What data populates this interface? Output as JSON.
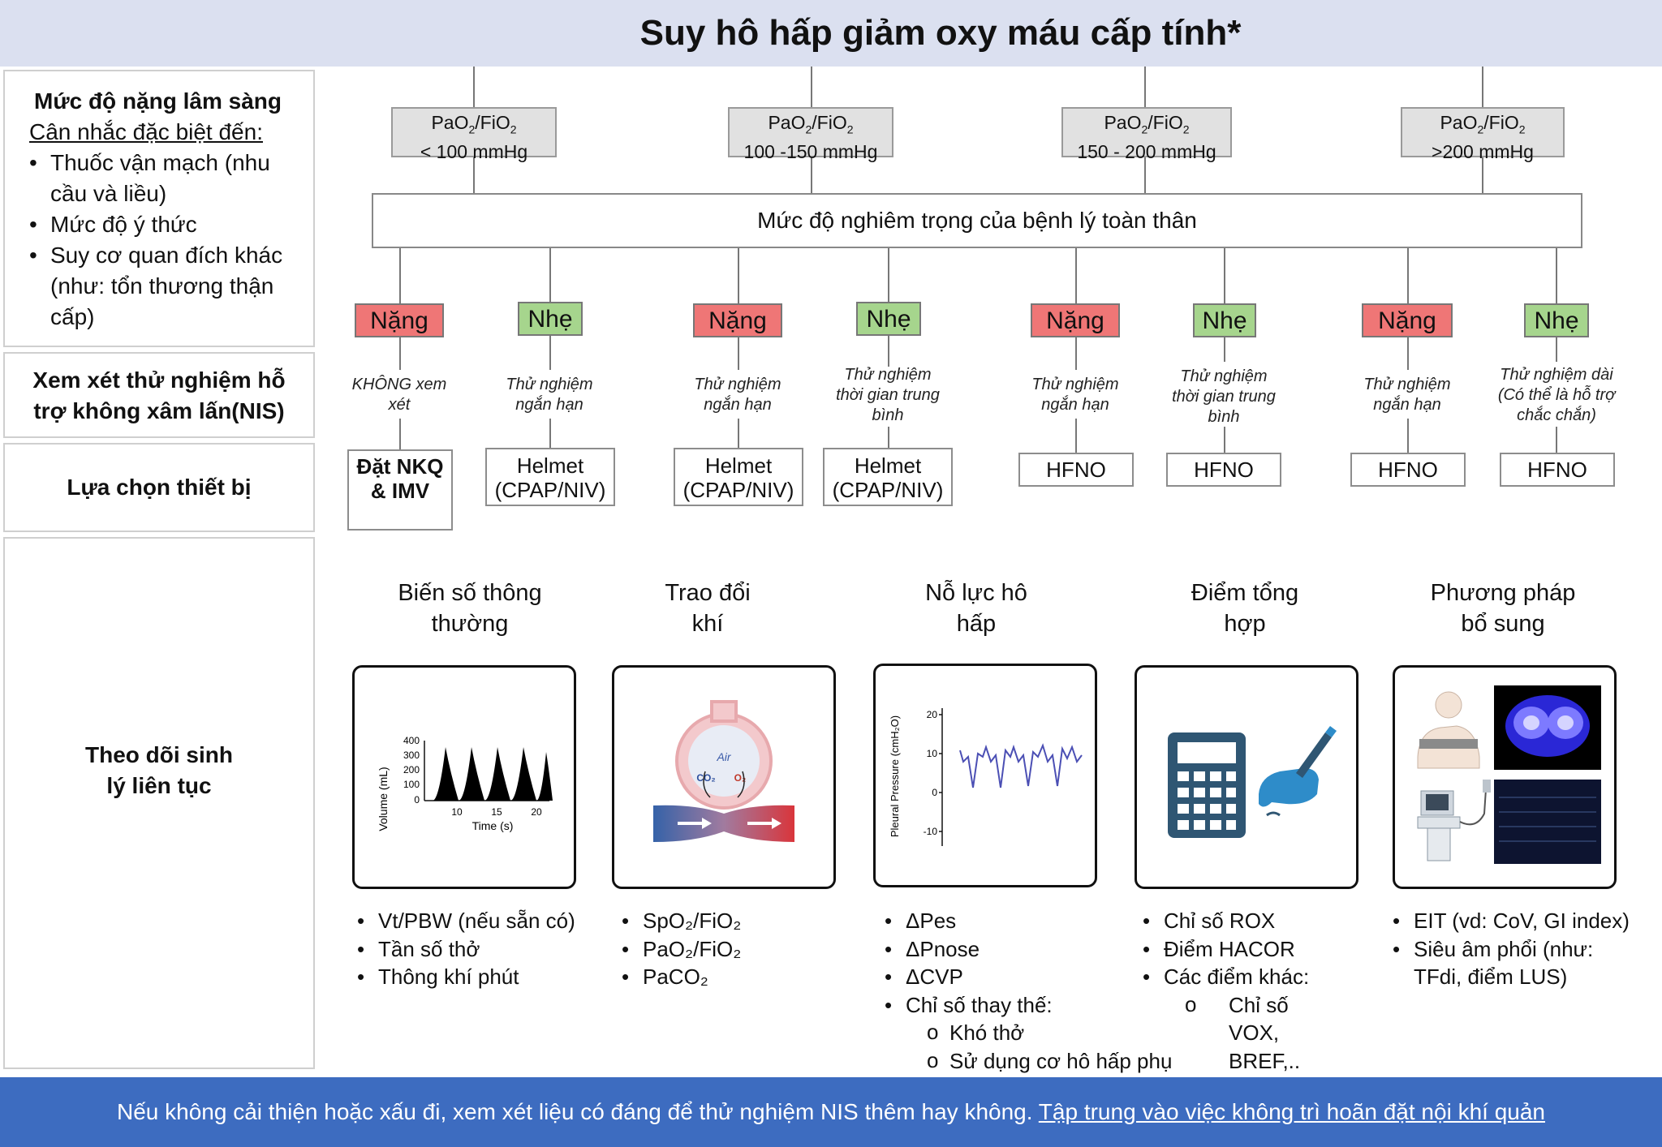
{
  "title": "Suy hô hấp giảm oxy máu cấp tính*",
  "left_panel": {
    "severity": {
      "heading": "Mức độ nặng lâm sàng",
      "subheading": "Cân nhắc đặc biệt đến:",
      "items": [
        "Thuốc vận mạch (nhu cầu và liều)",
        "Mức độ ý thức",
        "Suy cơ quan đích khác (như: tổn thương thận cấp)"
      ]
    },
    "nis": "Xem xét thử nghiệm hỗ trợ không xâm lấn(NIS)",
    "device": "Lựa chọn thiết bị",
    "monitoring": "Theo dõi sinh lý liên tục"
  },
  "pf_boxes": [
    {
      "ratio": "PaO",
      "sub1": "2",
      "slash": "/FiO",
      "sub2": "2",
      "range": "< 100 mmHg"
    },
    {
      "ratio": "PaO",
      "sub1": "2",
      "slash": "/FiO",
      "sub2": "2",
      "range": "100 -150 mmHg"
    },
    {
      "ratio": "PaO",
      "sub1": "2",
      "slash": "/FiO",
      "sub2": "2",
      "range": "150 - 200 mmHg"
    },
    {
      "ratio": "PaO",
      "sub1": "2",
      "slash": "/FiO",
      "sub2": "2",
      "range": ">200 mmHg"
    }
  ],
  "systemic_severity": "Mức độ nghiêm trọng của bệnh lý toàn thân",
  "severity_tags": {
    "severe": "Nặng",
    "mild": "Nhẹ"
  },
  "columns": [
    {
      "tag": "Nặng",
      "trial": "KHÔNG xem xét",
      "device": "Đặt NKQ & IMV"
    },
    {
      "tag": "Nhẹ",
      "trial": "Thử nghiệm ngắn hạn",
      "device": "Helmet (CPAP/NIV)"
    },
    {
      "tag": "Nặng",
      "trial": "Thử nghiệm ngắn hạn",
      "device": "Helmet (CPAP/NIV)"
    },
    {
      "tag": "Nhẹ",
      "trial": "Thử nghiệm thời gian trung bình",
      "device": "Helmet (CPAP/NIV)"
    },
    {
      "tag": "Nặng",
      "trial": "Thử nghiệm ngắn hạn",
      "device": "HFNO"
    },
    {
      "tag": "Nhẹ",
      "trial": "Thử nghiệm thời gian trung bình",
      "device": "HFNO"
    },
    {
      "tag": "Nặng",
      "trial": "Thử nghiệm ngắn hạn",
      "device": "HFNO"
    },
    {
      "tag": "Nhẹ",
      "trial": "Thử nghiệm dài (Có thể là hỗ trợ chắc chắn)",
      "device": "HFNO"
    }
  ],
  "monitoring": [
    {
      "heading": "Biến số thông thường",
      "items": [
        "Vt/PBW (nếu sẵn có)",
        "Tần số thở",
        "Thông khí phút"
      ]
    },
    {
      "heading": "Trao đổi khí",
      "items": [
        "SpO₂/FiO₂",
        "PaO₂/FiO₂",
        "PaCO₂"
      ]
    },
    {
      "heading": "Nỗ lực hô hấp",
      "items": [
        "ΔPes",
        "ΔPnose",
        "ΔCVP",
        "Chỉ số thay thế:"
      ],
      "subitems": [
        "Khó thở",
        "Sử dụng cơ hô hấp phụ"
      ]
    },
    {
      "heading": "Điểm tổng hợp",
      "items": [
        "Chỉ số ROX",
        "Điểm HACOR",
        "Các điểm khác:"
      ],
      "subitems": [
        "Chỉ số VOX, BREF,.."
      ]
    },
    {
      "heading": "Phương pháp bổ sung",
      "items": [
        "EIT (vd: CoV, GI index)",
        "Siêu âm phổi (như: TFdi, điểm LUS)"
      ]
    }
  ],
  "panel_labels": {
    "volume_ylabel": "Volume (mL)",
    "volume_xlabel": "Time (s)",
    "volume_yticks": [
      "400",
      "300",
      "200",
      "100",
      "0"
    ],
    "volume_xticks": [
      "10",
      "15",
      "20"
    ],
    "air": "Air",
    "co2": "CO₂",
    "o2": "O₂",
    "pleural_ylabel": "Pleural Pressure (cmH₂O)",
    "pleural_yticks": [
      "20",
      "10",
      "0",
      "-10"
    ]
  },
  "footer": {
    "text": "Nếu không cải thiện hoặc xấu đi, xem xét liệu có đáng để thử nghiệm NIS thêm hay không. ",
    "emphasis": "Tập trung vào việc không trì hoãn đặt nội khí quản"
  },
  "colors": {
    "severe": "#ef7676",
    "mild": "#a6d58d",
    "title_bg": "#dbe0f0",
    "footer_bg": "#3d6cc0"
  }
}
